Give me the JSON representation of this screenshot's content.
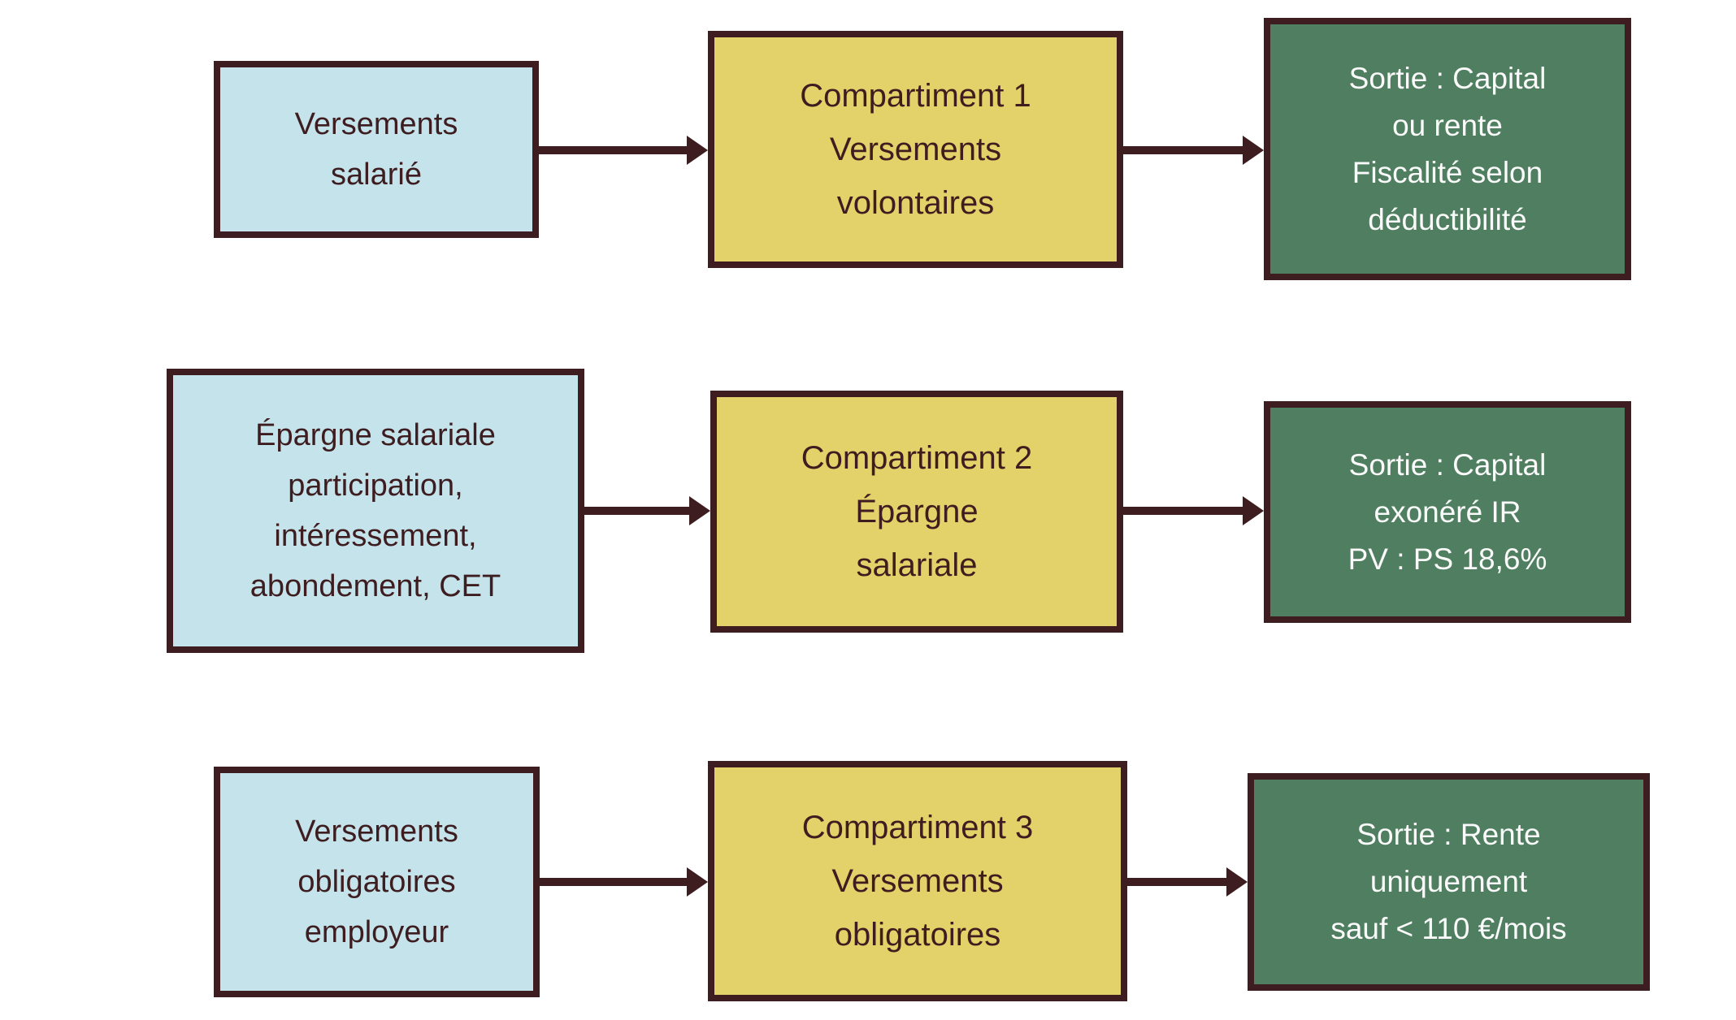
{
  "diagram": {
    "title": "PER compartments flow diagram",
    "colors": {
      "source_box": "#c5e3ea",
      "compartment_box": "#e3d169",
      "outcome_box": "#4f7f60",
      "border_and_arrows": "#3d1d20",
      "dark_text": "#3d1d20",
      "light_text": "#fafafa"
    },
    "rows": [
      {
        "source": {
          "lines": [
            "Versements",
            "salarié"
          ]
        },
        "compartment": {
          "lines": [
            "Compartiment 1",
            "Versements",
            "volontaires"
          ]
        },
        "outcome": {
          "lines": [
            "Sortie : Capital",
            "ou rente",
            "Fiscalité selon",
            "déductibilité"
          ]
        }
      },
      {
        "source": {
          "lines": [
            "Épargne salariale",
            "participation,",
            "intéressement,",
            "abondement, CET"
          ]
        },
        "compartment": {
          "lines": [
            "Compartiment 2",
            "Épargne",
            "salariale"
          ]
        },
        "outcome": {
          "lines": [
            "Sortie : Capital",
            "exonéré IR",
            "PV : PS 18,6%"
          ]
        }
      },
      {
        "source": {
          "lines": [
            "Versements",
            "obligatoires",
            "employeur"
          ]
        },
        "compartment": {
          "lines": [
            "Compartiment 3",
            "Versements",
            "obligatoires"
          ]
        },
        "outcome": {
          "lines": [
            "Sortie : Rente",
            "uniquement",
            "sauf < 110 €/mois"
          ]
        }
      }
    ]
  }
}
